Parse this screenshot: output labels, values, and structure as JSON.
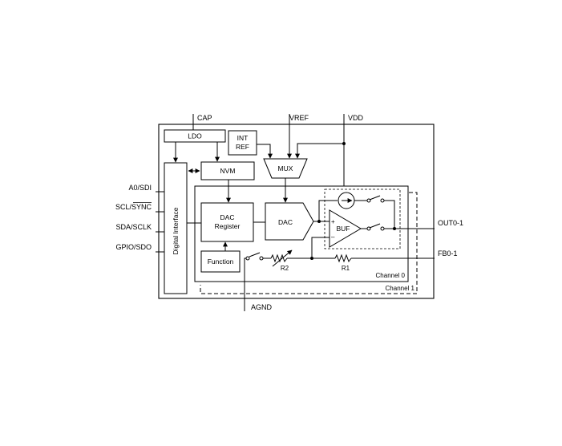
{
  "pins": {
    "cap": "CAP",
    "vref": "VREF",
    "vdd": "VDD",
    "a0_sdi": "A0/SDI",
    "scl_prefix": "SCL/",
    "scl_sync": "SYNC",
    "sda_sclk": "SDA/SCLK",
    "gpio_sdo": "GPIO/SDO",
    "agnd": "AGND",
    "out": "OUT0-1",
    "fb": "FB0-1"
  },
  "blocks": {
    "ldo": "LDO",
    "int_ref_line1": "INT",
    "int_ref_line2": "REF",
    "mux": "MUX",
    "nvm": "NVM",
    "digital_interface": "Digital Interface",
    "dac_register_line1": "DAC",
    "dac_register_line2": "Register",
    "dac": "DAC",
    "function": "Function",
    "buf": "BUF",
    "plus": "+",
    "minus": "–"
  },
  "components": {
    "r1": "R1",
    "r2": "R2"
  },
  "regions": {
    "channel0": "Channel 0",
    "channel1": "Channel 1"
  }
}
